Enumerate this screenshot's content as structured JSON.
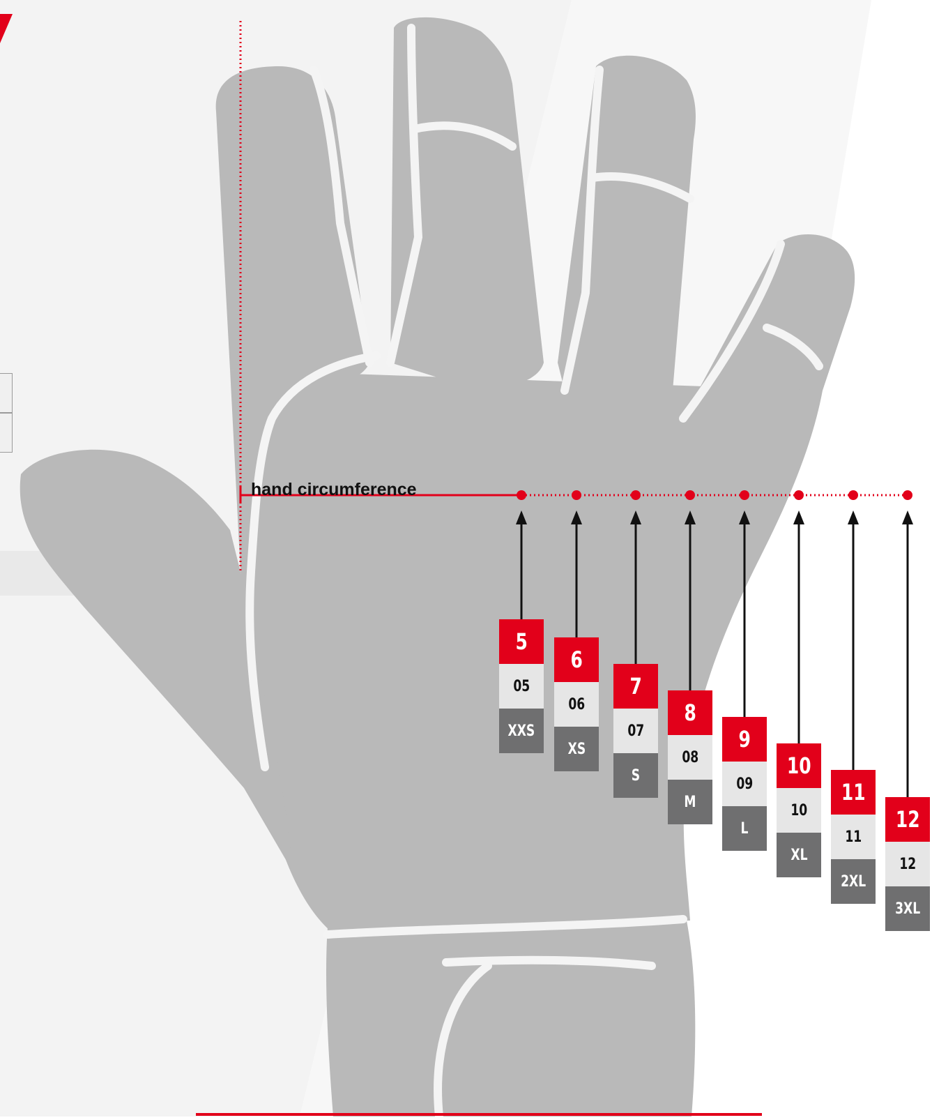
{
  "label": "hand circumference",
  "colors": {
    "accent": "#e2001a",
    "glove": "#b9b9b9",
    "light_cell": "#e6e6e6",
    "dark_cell": "#6f6f70"
  },
  "sizes": [
    {
      "size": "5",
      "code": "05",
      "letter": "XXS"
    },
    {
      "size": "6",
      "code": "06",
      "letter": "XS"
    },
    {
      "size": "7",
      "code": "07",
      "letter": "S"
    },
    {
      "size": "8",
      "code": "08",
      "letter": "M"
    },
    {
      "size": "9",
      "code": "09",
      "letter": "L"
    },
    {
      "size": "10",
      "code": "10",
      "letter": "XL"
    },
    {
      "size": "11",
      "code": "11",
      "letter": "2XL"
    },
    {
      "size": "12",
      "code": "12",
      "letter": "3XL"
    }
  ]
}
